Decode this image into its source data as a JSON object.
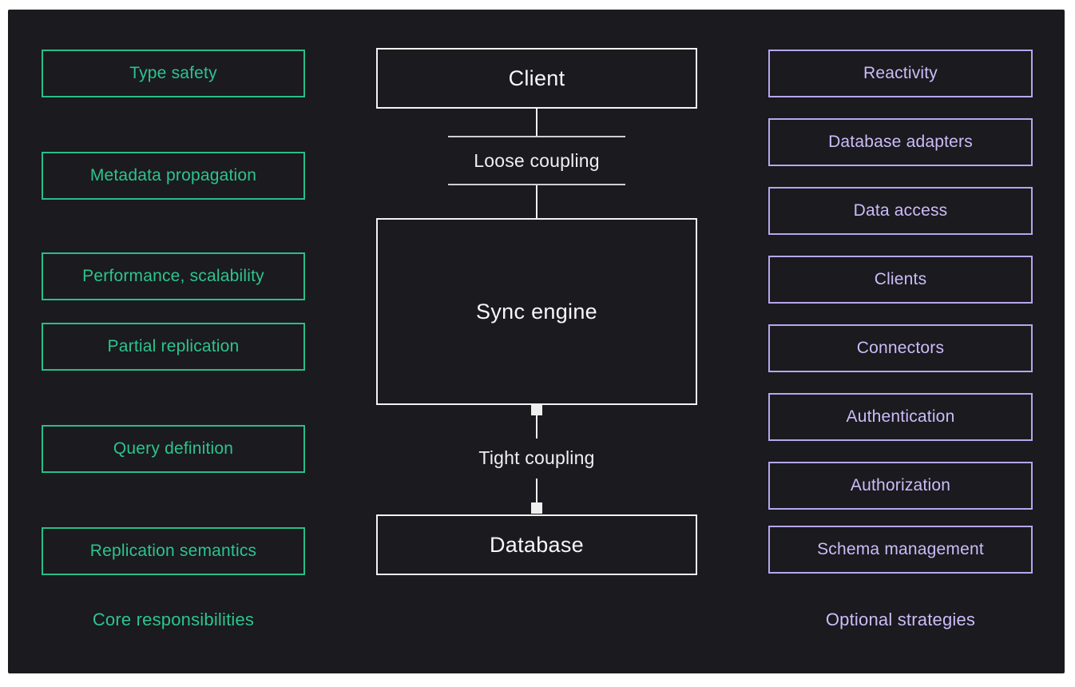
{
  "core": {
    "footer_label": "Core responsibilities",
    "items": [
      "Type safety",
      "Metadata propagation",
      "Performance, scalability",
      "Partial replication",
      "Query definition",
      "Replication semantics"
    ]
  },
  "stack": {
    "nodes": [
      {
        "label": "Client"
      },
      {
        "label": "Sync engine"
      },
      {
        "label": "Database"
      }
    ],
    "couplings": [
      {
        "label": "Loose coupling"
      },
      {
        "label": "Tight coupling"
      }
    ]
  },
  "optional": {
    "footer_label": "Optional strategies",
    "items": [
      "Reactivity",
      "Database adapters",
      "Data access",
      "Clients",
      "Connectors",
      "Authentication",
      "Authorization",
      "Schema management"
    ]
  },
  "colors": {
    "page_bg": "#ffffff",
    "panel_bg": "#1a1a1f",
    "core_accent": "#2abd87",
    "optional_border": "#b7a6ee",
    "optional_text": "#ccbcf7",
    "node_border": "#f2f2f2",
    "node_text": "#f7f7f7",
    "connector_line": "#cfcfd2",
    "connector_vertical": "#efefef"
  }
}
